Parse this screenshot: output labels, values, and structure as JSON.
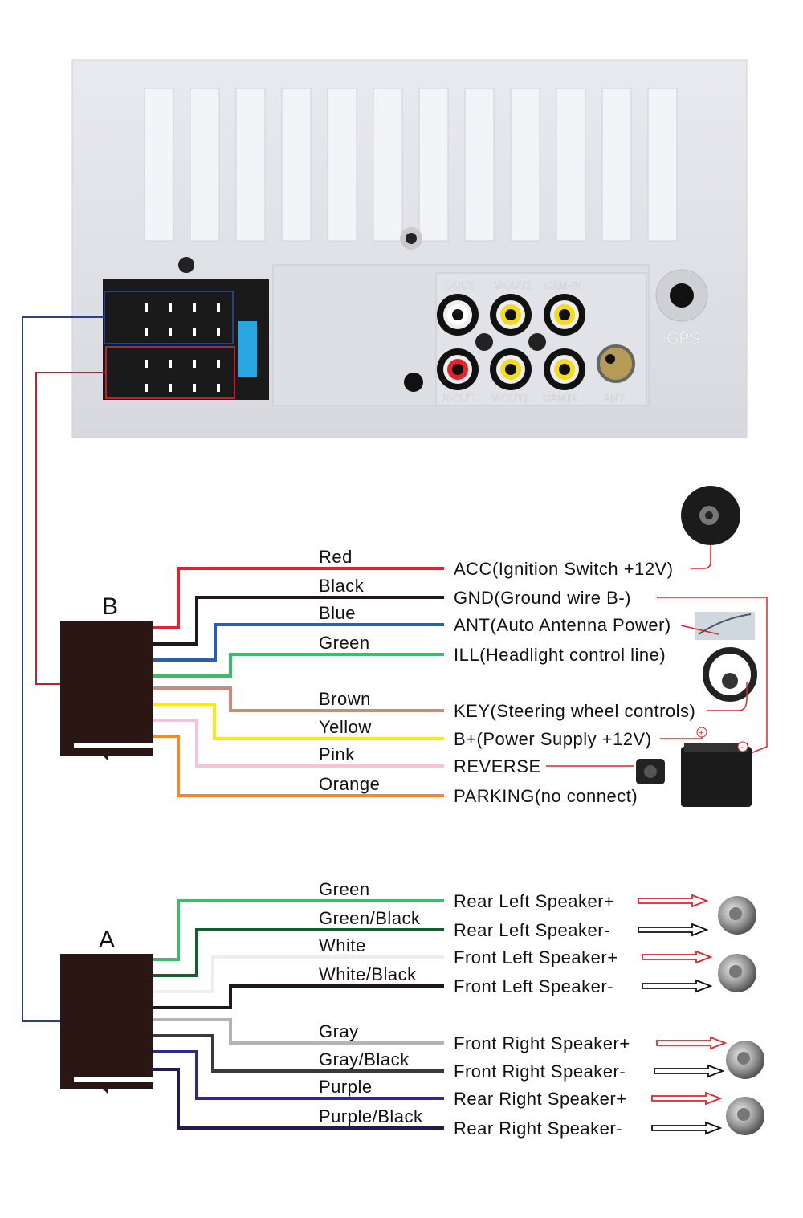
{
  "panel": {
    "jack_labels_top": [
      "L-OUT",
      "V-OUT1",
      "CAM-IN"
    ],
    "jack_labels_bottom": [
      "R-OUT",
      "V-OUT2",
      "CAMIN",
      "ANT"
    ],
    "gps_label": "GPS"
  },
  "connector_b": {
    "label": "B",
    "wires": [
      {
        "color": "Red",
        "hex": "#e8202a",
        "function": "ACC(Ignition Switch +12V)"
      },
      {
        "color": "Black",
        "hex": "#231815",
        "function": "GND(Ground wire B-)"
      },
      {
        "color": "Blue",
        "hex": "#2a5db0",
        "function": "ANT(Auto Antenna Power)"
      },
      {
        "color": "Green",
        "hex": "#3dbb6a",
        "function": "ILL(Headlight control line)"
      },
      {
        "color": "Brown",
        "hex": "#c98b7a",
        "function": "KEY(Steering wheel controls)"
      },
      {
        "color": "Yellow",
        "hex": "#f5ea1a",
        "function": "B+(Power Supply +12V)"
      },
      {
        "color": "Pink",
        "hex": "#f2c4dc",
        "function": "REVERSE"
      },
      {
        "color": "Orange",
        "hex": "#f08a2a",
        "function": "PARKING(no connect)"
      }
    ]
  },
  "connector_a": {
    "label": "A",
    "wires": [
      {
        "color": "Green",
        "hex": "#3dbb6a",
        "function": "Rear Left Speaker+"
      },
      {
        "color": "Green/Black",
        "hex": "#13602e",
        "function": "Rear Left Speaker-"
      },
      {
        "color": "White",
        "hex": "#eeeeee",
        "function": "Front Left Speaker+"
      },
      {
        "color": "White/Black",
        "hex": "#231815",
        "function": "Front Left Speaker-"
      },
      {
        "color": "Gray",
        "hex": "#b4b4b4",
        "function": "Front Right Speaker+"
      },
      {
        "color": "Gray/Black",
        "hex": "#3a3a3a",
        "function": "Front Right Speaker-"
      },
      {
        "color": "Purple",
        "hex": "#2e2a8c",
        "function": "Rear Right Speaker+"
      },
      {
        "color": "Purple/Black",
        "hex": "#1e1a5e",
        "function": "Rear Right Speaker-"
      }
    ]
  },
  "colors": {
    "connector_body": "#2a1714",
    "harness_b_outline": "#c0202a",
    "harness_a_outline": "#2a3f8f",
    "arrow_positive": "#e8202a",
    "arrow_negative": "#111111"
  }
}
